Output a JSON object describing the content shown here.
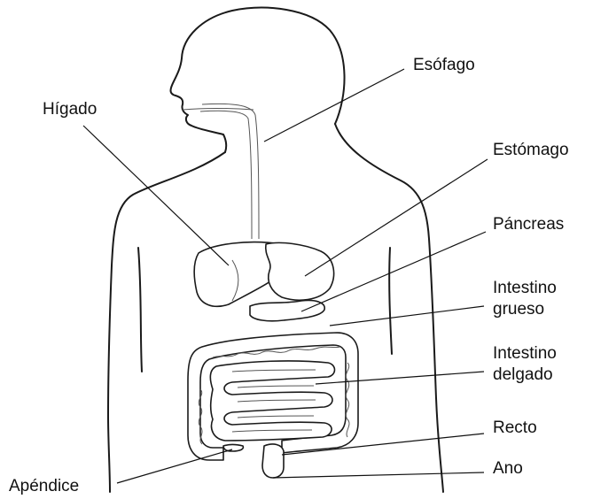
{
  "labels": {
    "esophagus": "Esófago",
    "liver": "Hígado",
    "stomach": "Estómago",
    "pancreas": "Páncreas",
    "large_intestine_1": "Intestino",
    "large_intestine_2": "grueso",
    "small_intestine_1": "Intestino",
    "small_intestine_2": "delgado",
    "rectum": "Recto",
    "anus": "Ano",
    "appendix": "Apéndice"
  },
  "colors": {
    "line": "#1a1a1a",
    "background": "#ffffff"
  }
}
